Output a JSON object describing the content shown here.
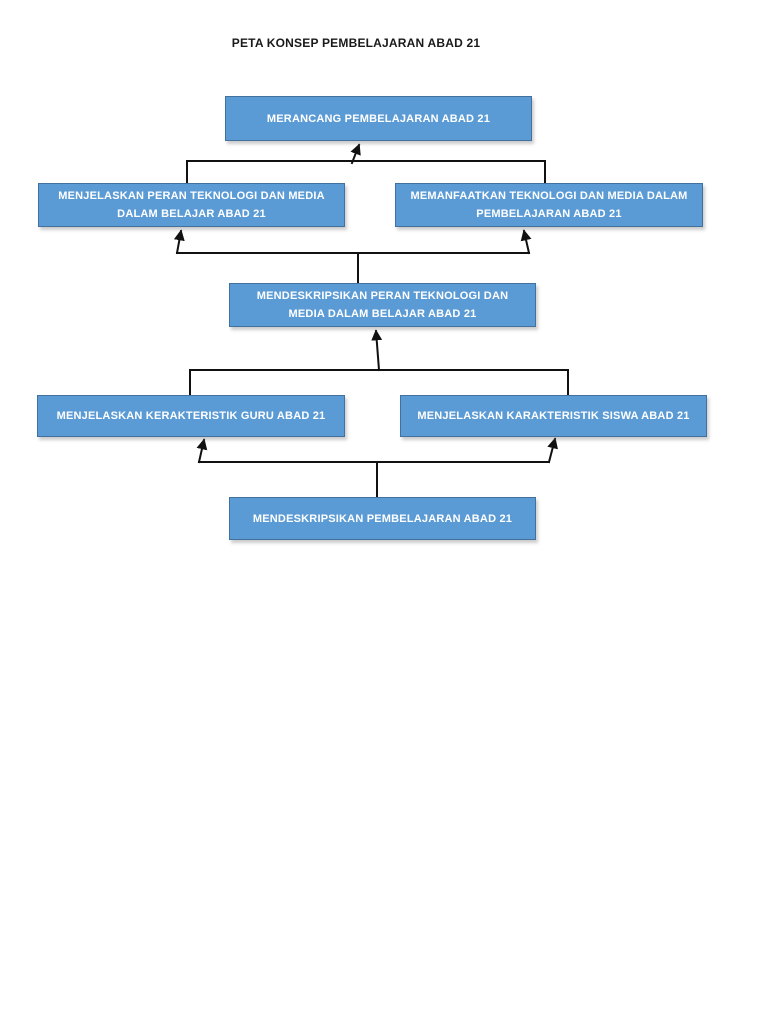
{
  "title": "PETA KONSEP PEMBELAJARAN ABAD 21",
  "colors": {
    "page_bg": "#ffffff",
    "title_text": "#1a1a1a",
    "node_fill": "#5b9bd5",
    "node_border": "#41719c",
    "node_text": "#ffffff",
    "connector": "#111111"
  },
  "nodes": [
    {
      "id": "merancang-pembelajaran",
      "label": "MERANCANG PEMBELAJARAN ABAD 21"
    },
    {
      "id": "menjelaskan-peran-teknologi",
      "label": "MENJELASKAN PERAN TEKNOLOGI DAN MEDIA DALAM BELAJAR ABAD 21"
    },
    {
      "id": "memanfaatkan-teknologi",
      "label": "MEMANFAATKAN TEKNOLOGI DAN MEDIA DALAM PEMBELAJARAN ABAD 21"
    },
    {
      "id": "mendeskripsikan-peran-teknologi",
      "label": "MENDESKRIPSIKAN PERAN TEKNOLOGI DAN MEDIA DALAM BELAJAR ABAD 21"
    },
    {
      "id": "menjelaskan-kerakteristik-guru",
      "label": "MENJELASKAN KERAKTERISTIK GURU ABAD 21"
    },
    {
      "id": "menjelaskan-karakteristik-siswa",
      "label": "MENJELASKAN KARAKTERISTIK SISWA ABAD 21"
    },
    {
      "id": "mendeskripsikan-pembelajaran",
      "label": "MENDESKRIPSIKAN PEMBELAJARAN ABAD 21"
    }
  ],
  "edges": [
    {
      "source": [
        "menjelaskan-peran-teknologi",
        "memanfaatkan-teknologi"
      ],
      "target": [
        "merancang-pembelajaran"
      ],
      "arrow": "up"
    },
    {
      "source": [
        "mendeskripsikan-peran-teknologi"
      ],
      "target": [
        "menjelaskan-peran-teknologi",
        "memanfaatkan-teknologi"
      ],
      "arrow": "up"
    },
    {
      "source": [
        "menjelaskan-kerakteristik-guru",
        "menjelaskan-karakteristik-siswa"
      ],
      "target": [
        "mendeskripsikan-peran-teknologi"
      ],
      "arrow": "up"
    },
    {
      "source": [
        "mendeskripsikan-pembelajaran"
      ],
      "target": [
        "menjelaskan-kerakteristik-guru",
        "menjelaskan-karakteristik-siswa"
      ],
      "arrow": "up"
    }
  ]
}
